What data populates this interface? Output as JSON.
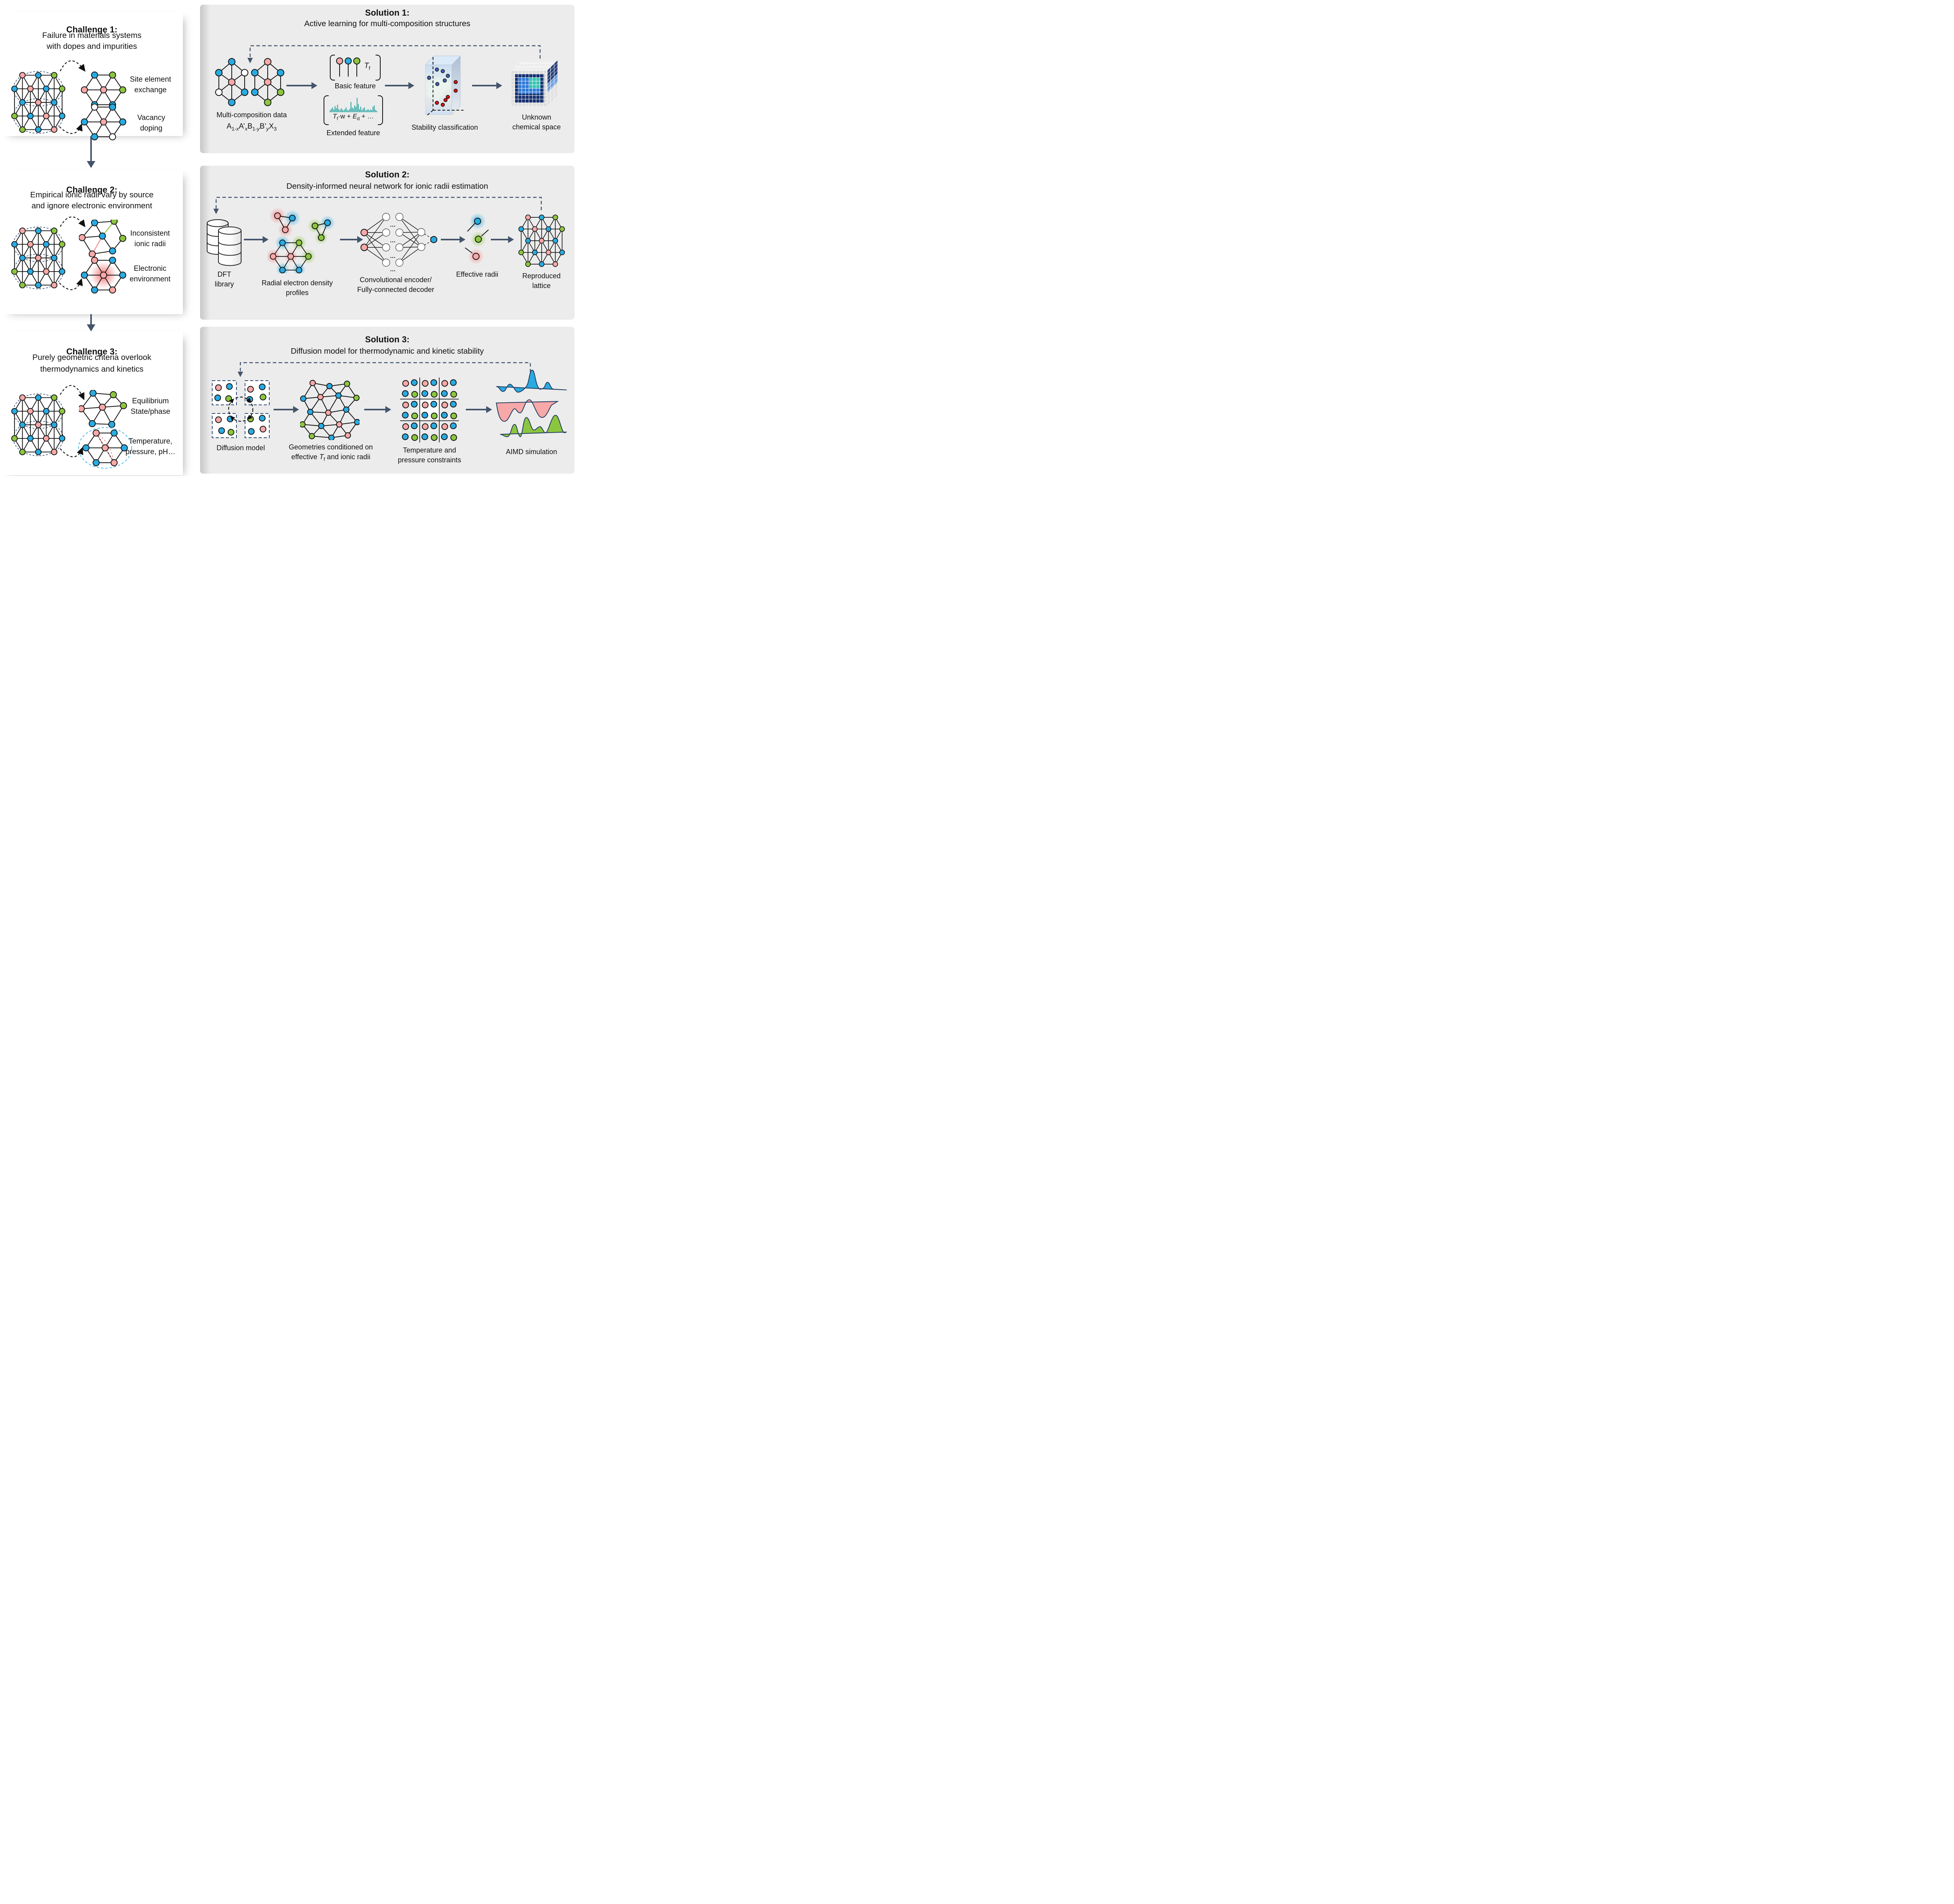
{
  "challenges": [
    {
      "title": "Challenge 1:",
      "line1": "Failure in materials systems",
      "line2": "with dopes and impurities",
      "label1": "Site element exchange",
      "label2": "Vacancy doping"
    },
    {
      "title": "Challenge 2:",
      "line1": "Empirical ionic radii vary by source",
      "line2": "and ignore electronic environment",
      "label1": "Inconsistent ionic radii",
      "label2": "Electronic environment"
    },
    {
      "title": "Challenge 3:",
      "line1": "Purely geometric criteria overlook",
      "line2": "thermodynamics and kinetics",
      "label1": "Equilibrium State/phase",
      "label2": "Temperature, pressure, pH…"
    }
  ],
  "solutions": [
    {
      "title": "Solution 1:",
      "subtitle": "Active learning for multi-composition structures",
      "steps": {
        "data_label": "Multi-composition data",
        "formula": "A[sub]1-[i]x[/i][/sub]A’[sub][i]x[/i][/sub]B[sub]1-[i]y[/i][/sub]B’[sub][i]y[/i][/sub]X[sub]3[/sub]",
        "basic_tf": "[i]T[/i][sub]f[/sub]",
        "basic_label": "Basic feature",
        "extended_formula": "[i]T[/i][sub]f[/sub]·w + [i]E[/i][sub]d[/sub] + …",
        "extended_label": "Extended feature",
        "classification_label": "Stability classification",
        "space_label": "Unknown chemical space"
      }
    },
    {
      "title": "Solution 2:",
      "subtitle": "Density-informed neural network for ionic radii estimation",
      "steps": {
        "dft_label": "DFT library",
        "radial_label": "Radial electron density profiles",
        "nn_label": "Convolutional encoder/ Fully-connected decoder",
        "radii_label": "Effective radii",
        "lattice_label": "Reproduced lattice"
      }
    },
    {
      "title": "Solution 3:",
      "subtitle": "Diffusion model for thermodynamic and kinetic stability",
      "steps": {
        "diffusion_label": "Diffusion model",
        "geometry_label": "Geometries conditioned on effective [i]T[/i][sub]f[/sub] and ionic radii",
        "constraint_label": "Temperature and pressure constraints",
        "aimd_label": "AIMD simulation"
      }
    }
  ],
  "colors": {
    "node_blue": "#29abe2",
    "node_pink": "#f7a8a8",
    "node_green": "#8cc640",
    "arrow_slate": "#44546c",
    "panel_gray": "#ececec",
    "histogram_teal": "#199e9b",
    "dashed_navy": "#2e4a72",
    "cube_navy": "#16306e",
    "cube_blue": "#2f7ad8",
    "cube_teal": "#36c3b2",
    "dot_blue": "#3f62b8",
    "dot_red": "#e01010"
  }
}
